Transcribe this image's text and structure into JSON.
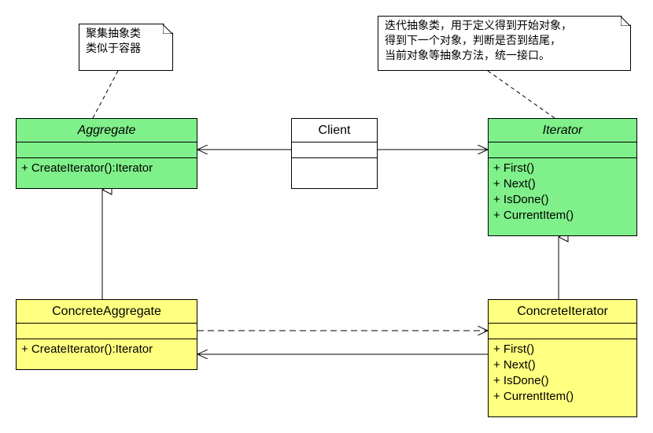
{
  "notes": {
    "aggregate": [
      "聚集抽象类",
      "类似于容器"
    ],
    "iterator": [
      "迭代抽象类，用于定义得到开始对象，",
      "得到下一个对象，判断是否到结尾，",
      "当前对象等抽象方法，统一接口。"
    ]
  },
  "classes": {
    "aggregate": {
      "name": "Aggregate",
      "ops": [
        "+ CreateIterator():Iterator"
      ]
    },
    "iterator": {
      "name": "Iterator",
      "ops": [
        "+ First()",
        "+ Next()",
        "+ IsDone()",
        "+ CurrentItem()"
      ]
    },
    "client": {
      "name": "Client"
    },
    "concrete_aggregate": {
      "name": "ConcreteAggregate",
      "ops": [
        "+ CreateIterator():Iterator"
      ]
    },
    "concrete_iterator": {
      "name": "ConcreteIterator",
      "ops": [
        "+ First()",
        "+ Next()",
        "+ IsDone()",
        "+ CurrentItem()"
      ]
    }
  },
  "colors": {
    "abstract_fill": "#7ff08a",
    "concrete_fill": "#ffff80",
    "line": "#000000"
  }
}
